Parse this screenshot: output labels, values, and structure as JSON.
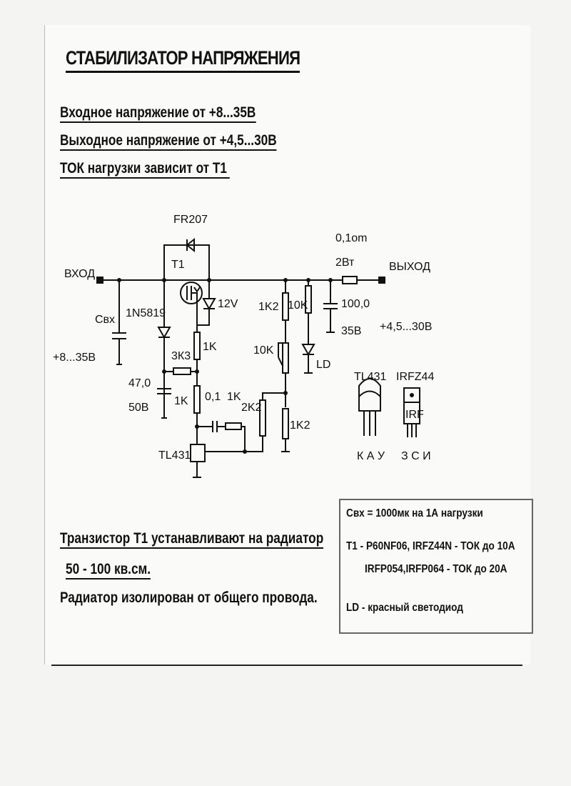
{
  "title": "СТАБИЛИЗАТОР НАПРЯЖЕНИЯ",
  "specs": [
    "Входное напряжение от  +8...35В",
    "Выходное напряжение от +4,5...30В",
    "ТОК нагрузки зависит от Т1"
  ],
  "schematic": {
    "input_label": "ВХОД",
    "input_range": "+8...35В",
    "output_label": "ВЫХОД",
    "output_range": "+4,5...30В",
    "cin": "Свх",
    "d1": "1N5819",
    "c1_value": "47,0",
    "c1_voltage": "50В",
    "r_3k3": "3К3",
    "diode_fr": "FR207",
    "t1": "Т1",
    "zener": "12V",
    "r_1k_a": "1K",
    "r_1k_b": "1K",
    "c_01": "0,1",
    "r_1k_c": "1K",
    "r_2k2": "2K2",
    "tl431": "TL431",
    "r_1k2_top": "1K2",
    "pot_10k": "10K",
    "r_1k2_bot": "1K2",
    "r_10k": "10K",
    "led": "LD",
    "c_out_value": "100,0",
    "c_out_voltage": "35В",
    "r_shunt_value": "0,1om",
    "r_shunt_power": "2Вт"
  },
  "pinouts": [
    {
      "name": "TL431",
      "pins": "К А У"
    },
    {
      "name": "IRFZ44",
      "marking": "IRF",
      "pins": "З С И"
    }
  ],
  "notes": [
    "Транзистор Т1 устанавливают на радиатор",
    "50 - 100 кв.см.",
    "Радиатор изолирован от общего провода."
  ],
  "info_box": [
    "Свх = 1000мк на 1А нагрузки",
    "Т1 - P60NF06, IRFZ44N - ТОК до 10А",
    "IRFP054,IRFP064 - ТОК до 20А",
    "LD - красный светодиод"
  ]
}
